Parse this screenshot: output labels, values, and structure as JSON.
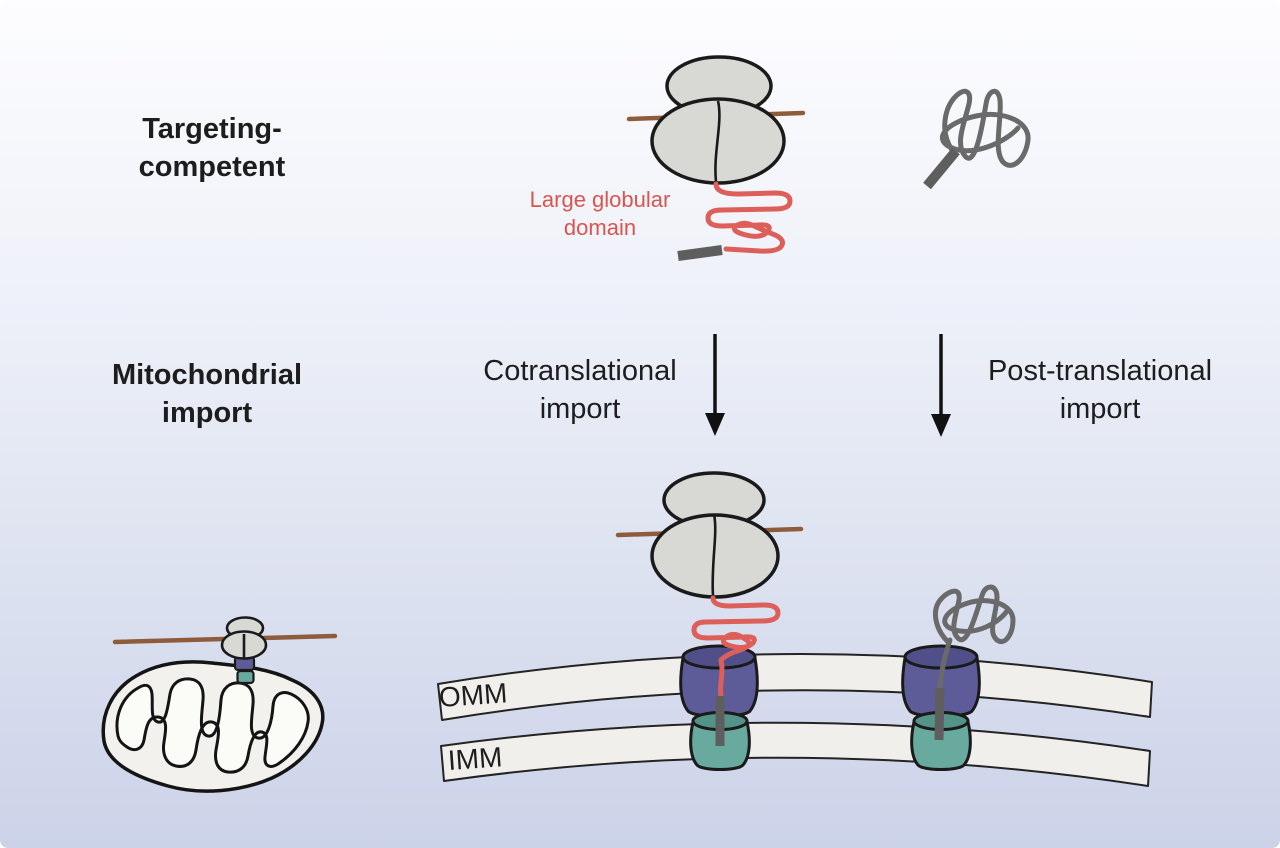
{
  "labels": {
    "targeting_competent": "Targeting-\ncompetent",
    "mitochondrial_import": "Mitochondrial\nimport",
    "cotranslational_import": "Cotranslational\nimport",
    "post_translational_import": "Post-translational\nimport",
    "large_globular_domain": "Large globular\ndomain",
    "omm": "OMM",
    "imm": "IMM"
  },
  "colors": {
    "background_top": "#fdfdff",
    "background_bottom": "#ccd3e9",
    "ribosome_fill": "#d8d8d5",
    "outline": "#1a1a1a",
    "mrna_brown": "#8e5c3b",
    "nascent_chain_red": "#dd5f5a",
    "label_red": "#d9554f",
    "presequence_gray": "#5e5e5e",
    "unfolded_protein_gray": "#6a6a6a",
    "tom_purple": "#5d5c99",
    "tom_purple_dark": "#514f8a",
    "tim_teal": "#68aa9e",
    "tim_teal_dark": "#549488",
    "membrane_fill": "#f0efeb",
    "mito_fill": "#f2f1ed",
    "mito_inner_fill": "#fbfbf8"
  },
  "icons": {
    "ribosome": "ribosome-icon",
    "mrna": "mrna-strand-icon",
    "nascent_chain": "nascent-chain-icon",
    "presequence": "presequence-rod-icon",
    "unfolded_protein": "unfolded-protein-icon",
    "tom_channel": "tom-channel-icon",
    "tim_channel": "tim-channel-icon",
    "mitochondrion": "mitochondrion-icon",
    "arrow": "down-arrow-icon"
  }
}
